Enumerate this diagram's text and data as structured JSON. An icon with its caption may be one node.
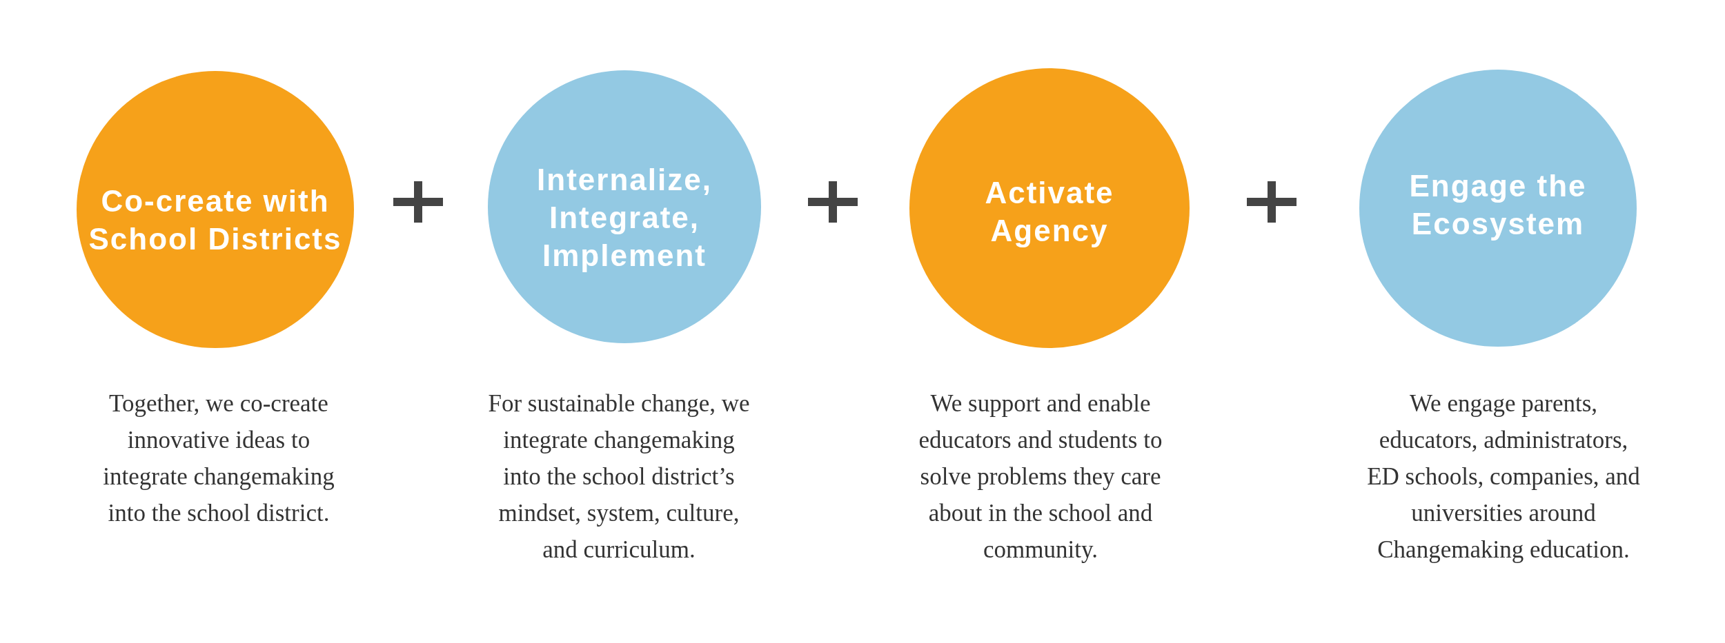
{
  "diagram": {
    "nodes": [
      {
        "text": [
          "Co-create with School Districts"
        ],
        "beside": [
          "Together, we co-create innovative ideas to integrate changemaking into the school district."
        ]
      },
      {
        "text": [
          "Internalize, Integrate, Implement"
        ],
        "beside": [
          "For sustainable change, we integrate changemaking into the school district’s mindset, system, culture, and curriculum."
        ]
      },
      {
        "text": [
          "Activate Agency"
        ],
        "beside": [
          "We support and enable educators and students to solve problems they care about in the school and community."
        ]
      },
      {
        "text": [
          "Engage the Ecosystem"
        ],
        "beside": [
          "We engage parents, educators, administrators, ED schools, companies, and universities around Changemaking education."
        ]
      }
    ]
  }
}
